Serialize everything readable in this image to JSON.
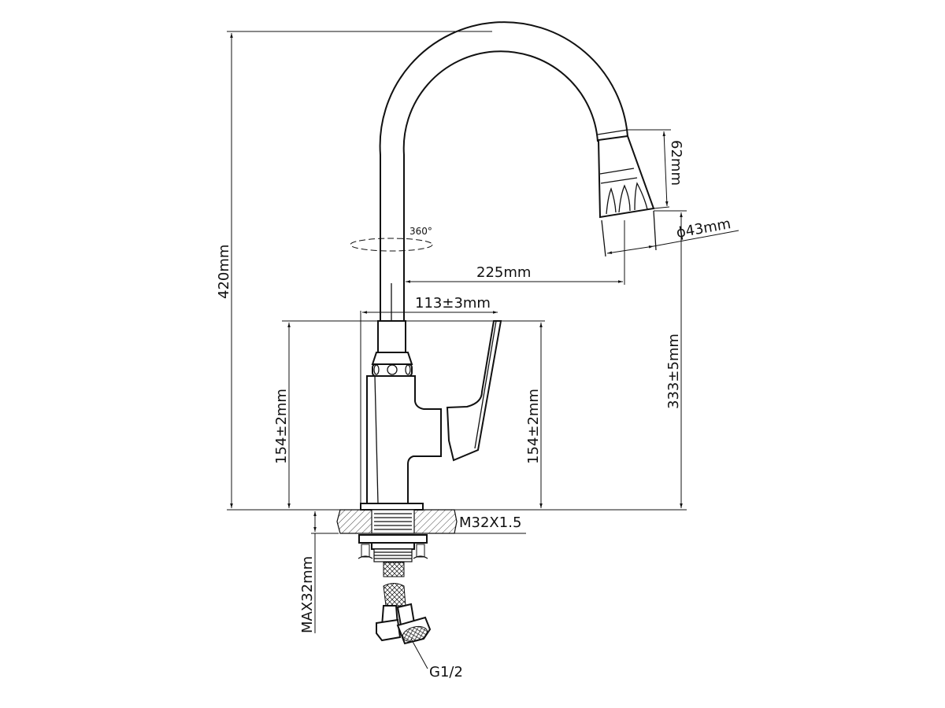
{
  "title": "Faucet dimension drawing",
  "dimensions": {
    "total_height": "420mm",
    "nozzle_length": "62mm",
    "nozzle_diameter": "ϕ43mm",
    "reach": "225mm",
    "spout_height": "333±5mm",
    "base_width": "113±3mm",
    "body_height_left": "154±2mm",
    "body_height_right": "154±2mm",
    "rotation": "360°",
    "thread": "M32X1.5",
    "max_counter": "MAX32mm",
    "connection": "G1/2"
  }
}
